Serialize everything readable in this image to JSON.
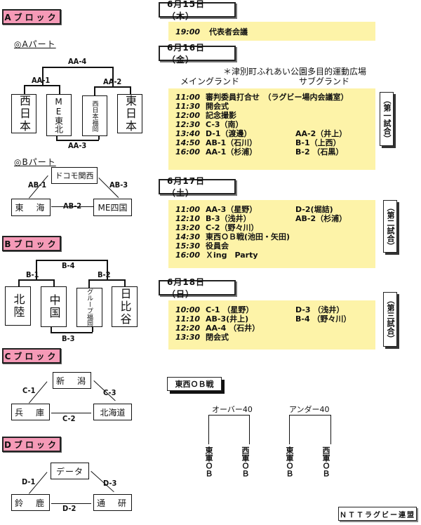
{
  "blocks": {
    "a": {
      "label": "Aブロック",
      "part_a": {
        "label": "◎Aパート",
        "teams": [
          "西日本",
          "ME東北",
          "西日本福岡",
          "東日本"
        ],
        "matches": {
          "aa1": "AA-1",
          "aa2": "AA-2",
          "aa3": "AA-3",
          "aa4": "AA-4"
        }
      },
      "part_b": {
        "label": "◎Bパート",
        "teams": {
          "top": "ドコモ関西",
          "left": "東　海",
          "right": "ME四国"
        },
        "matches": {
          "ab1": "AB-1",
          "ab2": "AB-2",
          "ab3": "AB-3"
        }
      }
    },
    "b": {
      "label": "Bブロック",
      "teams": [
        "北陸",
        "中国",
        "グループ福岡",
        "日比谷"
      ],
      "matches": {
        "b1": "B-1",
        "b2": "B-2",
        "b3": "B-3",
        "b4": "B-4"
      }
    },
    "c": {
      "label": "Cブロック",
      "teams": {
        "top": "新　潟",
        "left": "兵　庫",
        "right": "北海道"
      },
      "matches": {
        "c1": "C-1",
        "c2": "C-2",
        "c3": "C-3"
      }
    },
    "d": {
      "label": "Dブロック",
      "teams": {
        "top": "データ",
        "left": "鈴　鹿",
        "right": "通　研"
      },
      "matches": {
        "d1": "D-1",
        "d2": "D-2",
        "d3": "D-3"
      }
    }
  },
  "schedule": {
    "day1": {
      "date": "6月15日（木）",
      "rows": [
        {
          "time": "19:00",
          "a": "代表者会議",
          "b": ""
        }
      ]
    },
    "day2": {
      "date": "6月16日（金）",
      "venue_note": "＊津別町ふれあい公園多目的運動広場",
      "main_ground": "メイングランド",
      "sub_ground": "サブグランド",
      "side_label": "（第一試合）",
      "rows": [
        {
          "time": "11:00",
          "a": "審判委員打合せ　（ラグビー場内会議室）",
          "b": ""
        },
        {
          "time": "11:30",
          "a": "開会式",
          "b": ""
        },
        {
          "time": "12:00",
          "a": "記念撮影",
          "b": ""
        },
        {
          "time": "12:30",
          "a": "C-3（南）",
          "b": ""
        },
        {
          "time": "13:40",
          "a": "D-1（渡邊）",
          "b": "AA-2（井上）"
        },
        {
          "time": "14:50",
          "a": "AB-1（石川）",
          "b": "B-1（上西）"
        },
        {
          "time": "16:00",
          "a": "AA-1（杉浦）",
          "b": "B-2 （石黒）"
        }
      ]
    },
    "day3": {
      "date": "6月17日（土）",
      "side_label": "（第二試合）",
      "rows": [
        {
          "time": "11:00",
          "a": "AA-3（星野）",
          "b": "D-2(堀詰)"
        },
        {
          "time": "12:10",
          "a": "B-3（浅井）",
          "b": "AB-2（杉浦）"
        },
        {
          "time": "13:20",
          "a": "C-2（野々川）",
          "b": ""
        },
        {
          "time": "14:30",
          "a": "東西ＯＢ戦(池田・矢田)",
          "b": ""
        },
        {
          "time": "15:30",
          "a": "役員会",
          "b": ""
        },
        {
          "time": "16:00",
          "a": "Ｘing　Party",
          "b": ""
        }
      ]
    },
    "day4": {
      "date": "6月18日（日）",
      "side_label": "（第三試合）",
      "rows": [
        {
          "time": "10:00",
          "a": "C-1 （星野）",
          "b": "D-3 （浅井）"
        },
        {
          "time": "11:10",
          "a": "AB-3(井上)",
          "b": "B-4 （野々川）"
        },
        {
          "time": "12:20",
          "a": "AA-4 （石井）",
          "b": ""
        },
        {
          "time": "13:30",
          "a": "閉会式",
          "b": ""
        }
      ]
    }
  },
  "ob_match": {
    "label": "東西ＯＢ戦",
    "over40": {
      "label": "オーバー40",
      "east": "東軍ＯＢ",
      "west": "西軍ＯＢ"
    },
    "under40": {
      "label": "アンダー40",
      "east": "東軍ＯＢ",
      "west": "西軍ＯＢ"
    }
  },
  "footer": "ＮＴＴラグビー連盟",
  "colors": {
    "block_label": "#f59ab7",
    "schedule_bg": "#fdf3a8"
  }
}
